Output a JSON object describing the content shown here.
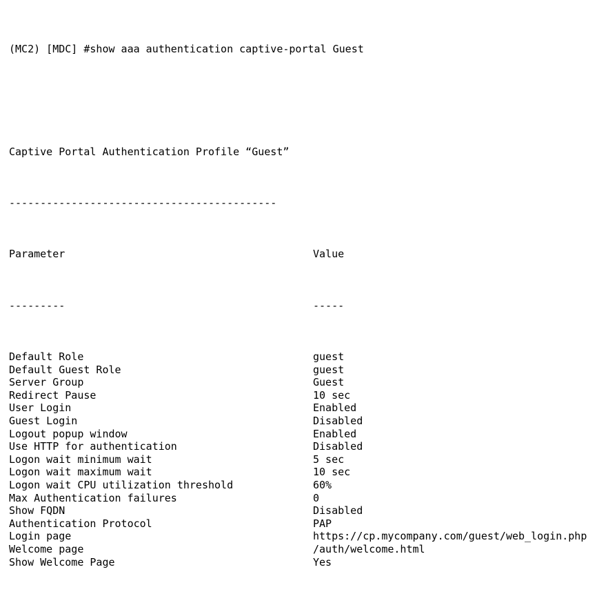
{
  "terminal": {
    "prompt_line": "(MC2) [MDC] #show aaa authentication captive-portal Guest",
    "title": "Captive Portal Authentication Profile “Guest”",
    "title_rule": "-------------------------------------------",
    "columns": {
      "parameter_header": "Parameter",
      "value_header": "Value",
      "parameter_rule": "---------",
      "value_rule": "-----"
    },
    "colors": {
      "background": "#ffffff",
      "text": "#000000"
    },
    "rows": [
      {
        "parameter": "Default Role",
        "value": "guest"
      },
      {
        "parameter": "Default Guest Role",
        "value": "guest"
      },
      {
        "parameter": "Server Group",
        "value": "Guest"
      },
      {
        "parameter": "Redirect Pause",
        "value": "10 sec"
      },
      {
        "parameter": "User Login",
        "value": "Enabled"
      },
      {
        "parameter": "Guest Login",
        "value": "Disabled"
      },
      {
        "parameter": "Logout popup window",
        "value": "Enabled"
      },
      {
        "parameter": "Use HTTP for authentication",
        "value": "Disabled"
      },
      {
        "parameter": "Logon wait minimum wait",
        "value": "5 sec"
      },
      {
        "parameter": "Logon wait maximum wait",
        "value": "10 sec"
      },
      {
        "parameter": "Logon wait CPU utilization threshold",
        "value": "60%"
      },
      {
        "parameter": "Max Authentication failures",
        "value": "0"
      },
      {
        "parameter": "Show FQDN",
        "value": "Disabled"
      },
      {
        "parameter": "Authentication Protocol",
        "value": "PAP"
      },
      {
        "parameter": "Login page",
        "value": "https://cp.mycompany.com/guest/web_login.php"
      },
      {
        "parameter": "Welcome page",
        "value": "/auth/welcome.html"
      },
      {
        "parameter": "Show Welcome Page",
        "value": "Yes"
      }
    ]
  }
}
